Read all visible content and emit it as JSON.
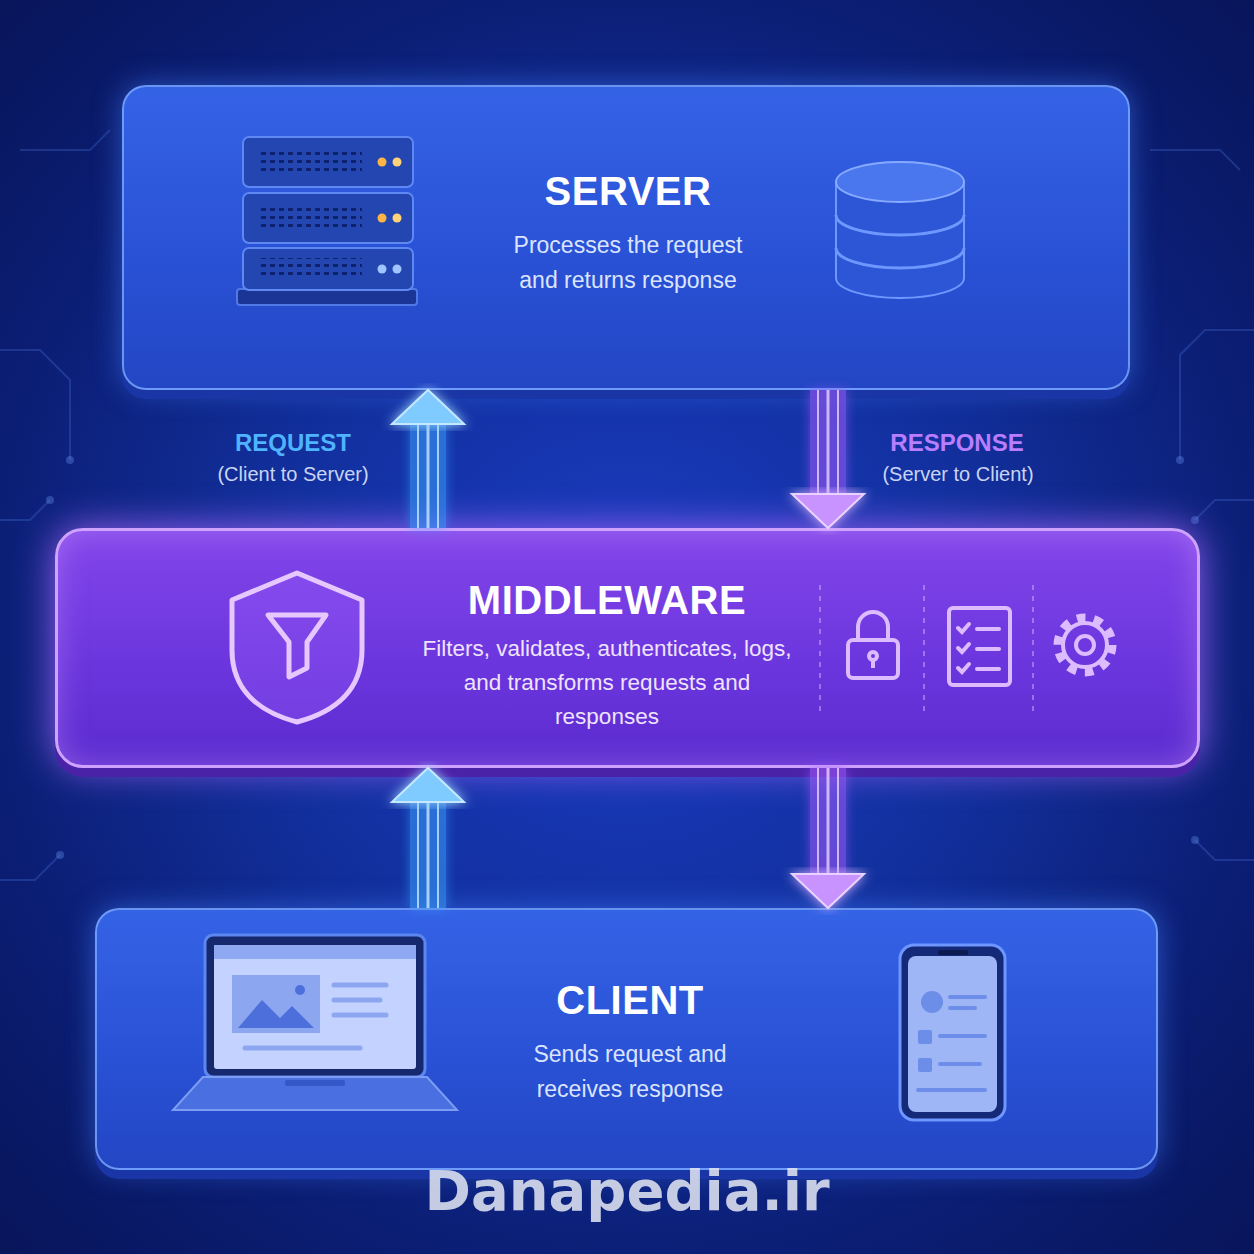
{
  "diagram": {
    "nodes": [
      {
        "text": [
          "SERVER",
          "Processes the request and returns response"
        ]
      },
      {
        "text": [
          "MIDDLEWARE",
          "Filters, validates, authenticates, logs, and transforms requests and responses"
        ]
      },
      {
        "text": [
          "CLIENT",
          "Sends request and receives response"
        ]
      }
    ],
    "edges": [
      {
        "from": 2,
        "to": 1,
        "arrow": "to"
      },
      {
        "from": 1,
        "to": 0,
        "label": "REQUEST",
        "arrow": "to"
      },
      {
        "from": 0,
        "to": 1,
        "label": "RESPONSE",
        "arrow": "to"
      },
      {
        "from": 1,
        "to": 2,
        "arrow": "to"
      }
    ],
    "labels": [
      "(Client to Server)",
      "(Server to Client)",
      "Danapedia.ir"
    ]
  }
}
